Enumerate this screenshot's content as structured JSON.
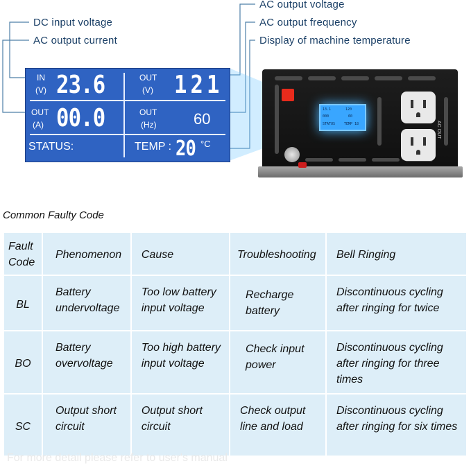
{
  "callouts": {
    "dc_input_voltage": "DC input voltage",
    "ac_output_current": "AC output current",
    "ac_output_voltage": "AC output voltage",
    "ac_output_frequency": "AC output frequency",
    "machine_temperature": "Display of machine temperature"
  },
  "lcd": {
    "in_label": "IN",
    "in_unit": "(V)",
    "in_value": "23.6",
    "out_v_label": "OUT",
    "out_v_unit": "(V)",
    "out_v_value": "121",
    "out_a_label": "OUT",
    "out_a_unit": "(A)",
    "out_a_value": "00.0",
    "out_hz_label": "OUT",
    "out_hz_unit": "(Hz)",
    "out_hz_value": "60",
    "status_label": "STATUS:",
    "temp_label": "TEMP :",
    "temp_value": "20",
    "temp_unit": "°C"
  },
  "device": {
    "side_label": "AC OUT",
    "screen_in": "13.1",
    "screen_out_v": "120",
    "screen_out_a": "000",
    "screen_hz": "60",
    "screen_status": "STATUS",
    "screen_temp": "TEMP 18"
  },
  "table": {
    "title": "Common Faulty Code",
    "headers": [
      "Fault Code",
      "Phenomenon",
      "Cause",
      "Troubleshooting",
      "Bell Ringing"
    ],
    "rows": [
      [
        "BL",
        "Battery undervoltage",
        "Too low battery input voltage",
        "Recharge battery",
        "Discontinuous cycling after ringing for twice"
      ],
      [
        "BO",
        "Battery overvoltage",
        "Too high battery input voltage",
        "Check input power",
        "Discontinuous cycling after ringing for three times"
      ],
      [
        "SC",
        "Output short circuit",
        "Output short circuit",
        "Check output line and load",
        "Discontinuous cycling after ringing for six times"
      ]
    ]
  },
  "footer": "For more detail please refer to user's manual",
  "colors": {
    "lcd_blue": "#2f63c2",
    "table_bg": "#ddeef8",
    "callout_text": "#1a3f66"
  }
}
